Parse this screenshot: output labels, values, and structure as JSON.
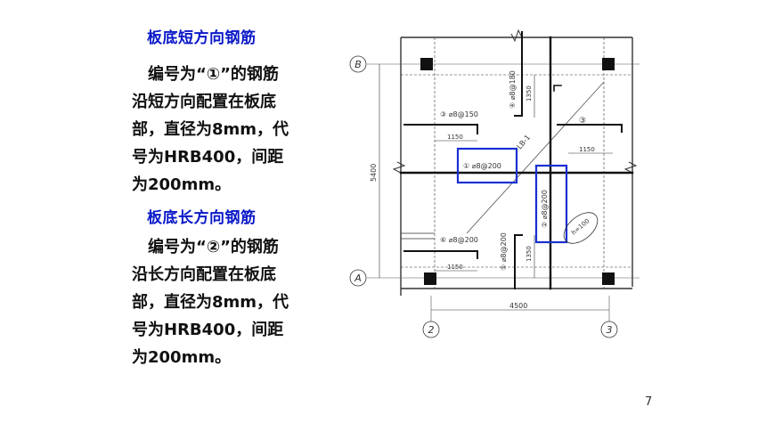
{
  "section1": {
    "title": "板底短方向钢筋",
    "lines": [
      "　编号为“①”的钢筋",
      "沿短方向配置在板底",
      "部，直径为8mm，代",
      "号为HRB400，间距",
      "为200mm。"
    ]
  },
  "section2": {
    "title": "板底长方向钢筋",
    "lines": [
      "　编号为“②”的钢筋",
      "沿长方向配置在板底",
      "部，直径为8mm，代",
      "号为HRB400，间距",
      "为200mm。"
    ]
  },
  "drawing": {
    "axis_B": "B",
    "axis_A": "A",
    "axis_2": "2",
    "axis_3": "3",
    "dim_height": "5400",
    "dim_width": "4500",
    "bar1_label": "① ⌀8@200",
    "bar2_label": "② ⌀8@200",
    "bar3_label": "③ ⌀8@150",
    "bar3_right_label": "③",
    "bar4_label": "④ ⌀8@180",
    "bar5_label": "⑤ ⌀8@200",
    "bar6_label": "⑥ ⌀8@200",
    "dim_1150_a": "1150",
    "dim_1150_b": "1150",
    "dim_1150_c": "1150",
    "dim_1350_top": "1350",
    "dim_1350_bottom": "1350",
    "slab_label": "LB-1",
    "thickness_label": "h=100"
  },
  "page_number": "7",
  "colors": {
    "heading": "#0a18c8",
    "highlight": "#1a2fd0"
  }
}
